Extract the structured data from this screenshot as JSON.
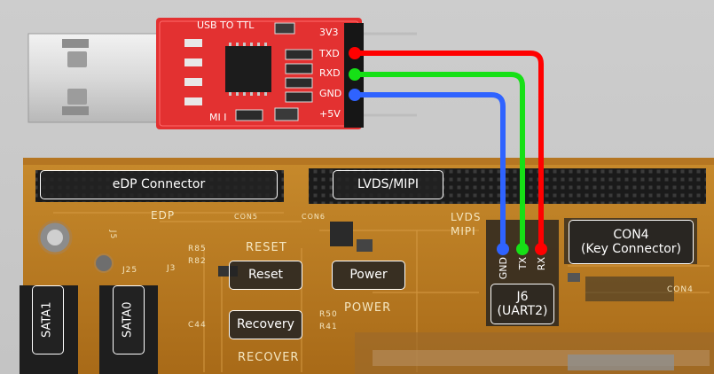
{
  "usb_module": {
    "title": "USB TO TTL",
    "pins": [
      "3V3",
      "TXD",
      "RXD",
      "GND",
      "+5V"
    ],
    "footer": "MI I"
  },
  "board_tags": {
    "edp": "eDP Connector",
    "lvds": "LVDS/MIPI",
    "con4_line1": "CON4",
    "con4_line2": "(Key Connector)",
    "reset": "Reset",
    "power": "Power",
    "recovery": "Recovery",
    "sata1": "SATA1",
    "sata0": "SATA0",
    "j6_line1": "J6",
    "j6_line2": "(UART2)"
  },
  "j6_pins": [
    "GND",
    "TX",
    "RX"
  ],
  "silkscreen": {
    "edp": "EDP",
    "con5": "CON5",
    "con6": "CON6",
    "lvds": "LVDS",
    "mipi": "MIPI",
    "reset": "RESET",
    "power": "POWER",
    "recover": "RECOVER",
    "r85": "R85",
    "r82": "R82",
    "j3": "J3",
    "r50": "R50",
    "r41": "R41",
    "c44": "C44",
    "con4": "CON4",
    "j5": "J5",
    "j25": "J25"
  },
  "wires": [
    {
      "from": "TXD",
      "to": "RX",
      "color": "#ff0000"
    },
    {
      "from": "RXD",
      "to": "TX",
      "color": "#16e016"
    },
    {
      "from": "GND",
      "to": "GND",
      "color": "#2f63ff"
    }
  ]
}
